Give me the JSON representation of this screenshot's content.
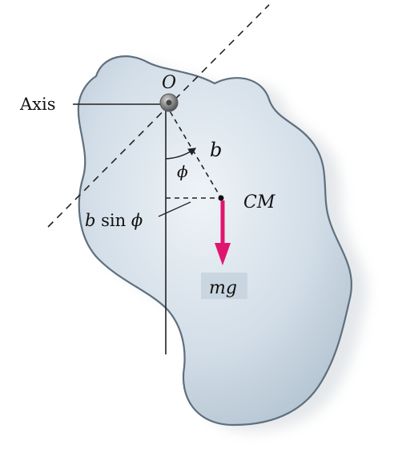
{
  "labels": {
    "origin": "O",
    "axis": "Axis",
    "distance": "b",
    "angle": "ϕ",
    "lever_b": "b",
    "lever_sin": " sin ",
    "lever_phi": "ϕ",
    "center_of_mass": "CM",
    "weight": "mg"
  },
  "colors": {
    "body_fill": "#cfdbe6",
    "body_stroke": "#5f6f7d",
    "shadow": "#cfd4d9",
    "line": "#222222",
    "weight_arrow": "#e0156f"
  }
}
